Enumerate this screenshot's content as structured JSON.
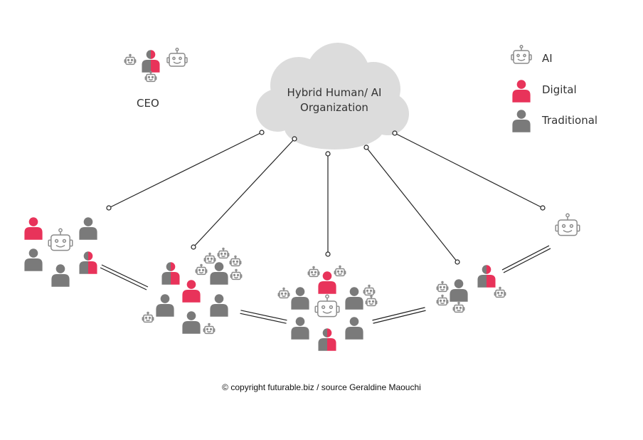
{
  "diagram": {
    "cloud_title_line1": "Hybrid Human/ AI",
    "cloud_title_line2": "Organization",
    "ceo_label": "CEO",
    "copyright": "© copyright futurable.biz / source Geraldine Maouchi"
  },
  "legend": {
    "ai_label": "AI",
    "digital_label": "Digital",
    "traditional_label": "Traditional"
  },
  "icons": {
    "ai": "robot-icon",
    "digital": "person-digital-icon",
    "traditional": "person-traditional-icon",
    "hybrid": "person-hybrid-icon"
  },
  "colors": {
    "digital": "#e8335a",
    "traditional": "#7a7a7a",
    "robot_stroke": "#8a8a8a",
    "cloud": "#dcdcdc",
    "line": "#222222"
  }
}
